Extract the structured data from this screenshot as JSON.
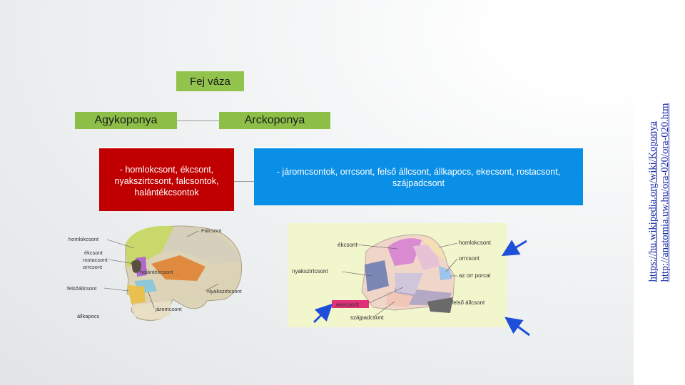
{
  "title": "Fej váza",
  "left_heading": "Agykoponya",
  "right_heading": "Arckoponya",
  "left_text": "- homlokcsont, ékcsont, nyakszirtcsont, falcsontok, halántékcsontok",
  "right_text": "- járomcsontok, orrcsont, felső állcsont, állkapocs, ekecsont, rostacsont, szájpadcsont",
  "links": [
    "https://hu.wikipedia.org/wiki/Koponya",
    "http://anatomia.uw.hu/ora-020/ora-020.htm"
  ],
  "skull1_labels": {
    "homlokcsont": "homlokcsont",
    "falcsont": "Falcsont",
    "ekcsont": "ékcsont",
    "rostacsont": "rostacsont",
    "orrcsont": "orrcsont",
    "halantekcsont": "halántékcsont",
    "felsoallcsont": "felsőállcsont",
    "nyakszirtcsont": "Nyakszirtcsont",
    "jaromcsont": "járomcsont",
    "allkapocs": "állkapocs"
  },
  "skull2_labels": {
    "ekcsont": "ékcsont",
    "homlokcsont": "homlokcsont",
    "orrcsont": "orrcsont",
    "nyakszirtcsont": "nyakszirtcsont",
    "orrporcai": "az orr porcai",
    "felsoallcsont": "felső állcsont",
    "ekecsont": "ekecsont",
    "szajpadcsont": "szájpadcsont"
  },
  "colors": {
    "green": "#8dbf48",
    "red": "#c00000",
    "blue": "#0a8fe6",
    "link": "#1a2aa8"
  }
}
